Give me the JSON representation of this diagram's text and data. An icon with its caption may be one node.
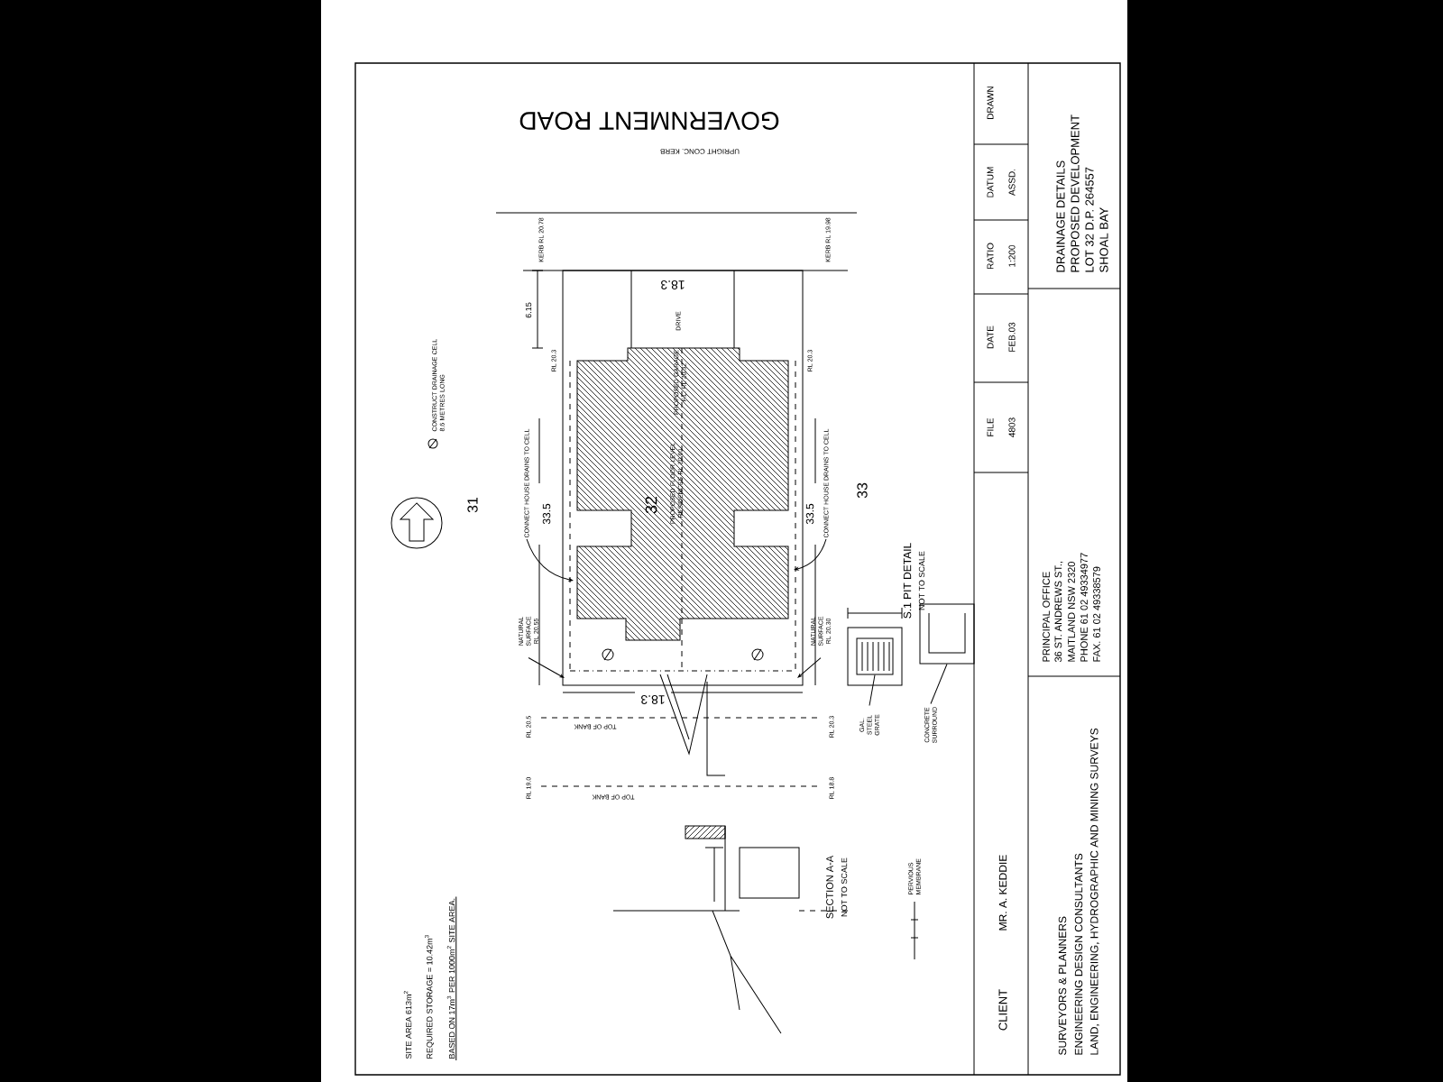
{
  "diagram": {
    "nodes": [
      {
        "text": [
          "CONNECT HOUSE DRAINS TO CELL"
        ]
      },
      {
        "text": [
          "CONNECT HOUSE DRAINS TO CELL"
        ]
      },
      {
        "text": [
          "NATURAL SURFACE RL 20.55"
        ]
      },
      {
        "text": [
          "NATURAL SURFACE RL 20.30"
        ]
      },
      {
        "text": [
          "GAL. STEEL GRATE"
        ]
      },
      {
        "text": [
          "CONCRETE SURROUND"
        ]
      },
      {
        "text": [],
        "shape": "box"
      },
      {
        "text": [],
        "shape": "box"
      }
    ],
    "edges": [
      {
        "from": 0,
        "to": null,
        "arrow": "to"
      },
      {
        "from": 1,
        "to": null,
        "arrow": "to"
      },
      {
        "from": 2,
        "to": null,
        "arrow": "to"
      },
      {
        "from": 3,
        "to": null,
        "arrow": "to"
      },
      {
        "from": 4,
        "to": 6,
        "arrow": "none"
      },
      {
        "from": 5,
        "to": 7,
        "arrow": "none"
      }
    ],
    "labels": [
      "GOVERNMENT ROAD",
      "UPRIGHT CONC. KERB",
      "KERB RL 20.78",
      "KERB RL 19.98",
      "18.3",
      "DRIVE",
      "6.15",
      "RL 20.3",
      "RL 20.3",
      "31",
      "CONSTRUCT DRAINAGE CELL 8.6 METRES LONG",
      "33.5",
      "32",
      "PROPOSED FLOOR LEVEL RESIDENCES RL 20.60",
      "PROPOSED GARAGE F.L. RL 20.32",
      "33.5",
      "33",
      "S.1 PIT DETAIL",
      "NOT TO SCALE",
      "18.3",
      "RL 20.5",
      "TOP OF BANK",
      "RL 20.3",
      "RL 19.0",
      "TOP OF BANK",
      "RL 18.8",
      "SITE AREA 613m$^{2}$",
      "REQUIRED STORAGE = 10.42m$^{3}$",
      "BASED ON 17m$^{3}$ PER 1000m$^{2}$ SITE AREA.",
      "SECTION A-A",
      "NOT TO SCALE",
      "CLIENT",
      "MR. A. KEDDIE",
      "SURVEYORS & PLANNERS",
      "ENGINEERING DESIGN CONSULTANTS",
      "LAND, ENGINEERING, HYDROGRAPHIC AND MINING SURVEYS",
      "PRINCIPAL OFFICE",
      "36 ST. ANDREWS ST.,",
      "MAITLAND NSW 2320",
      "PHONE 61 02 49334977",
      "FAX. 61 02 49338579",
      "FILE",
      "4803",
      "DATE",
      "FEB.03",
      "RATIO",
      "1:200",
      "DATUM",
      "ASSD.",
      "DRAWN",
      "DRAINAGE DETAILS",
      "PROPOSED DEVELOPMENT",
      "LOT 32 D.P. 264557",
      "SHOAL BAY"
    ],
    "legend": [
      {
        "text": "PERVIOUS MEMBRANE"
      }
    ]
  }
}
